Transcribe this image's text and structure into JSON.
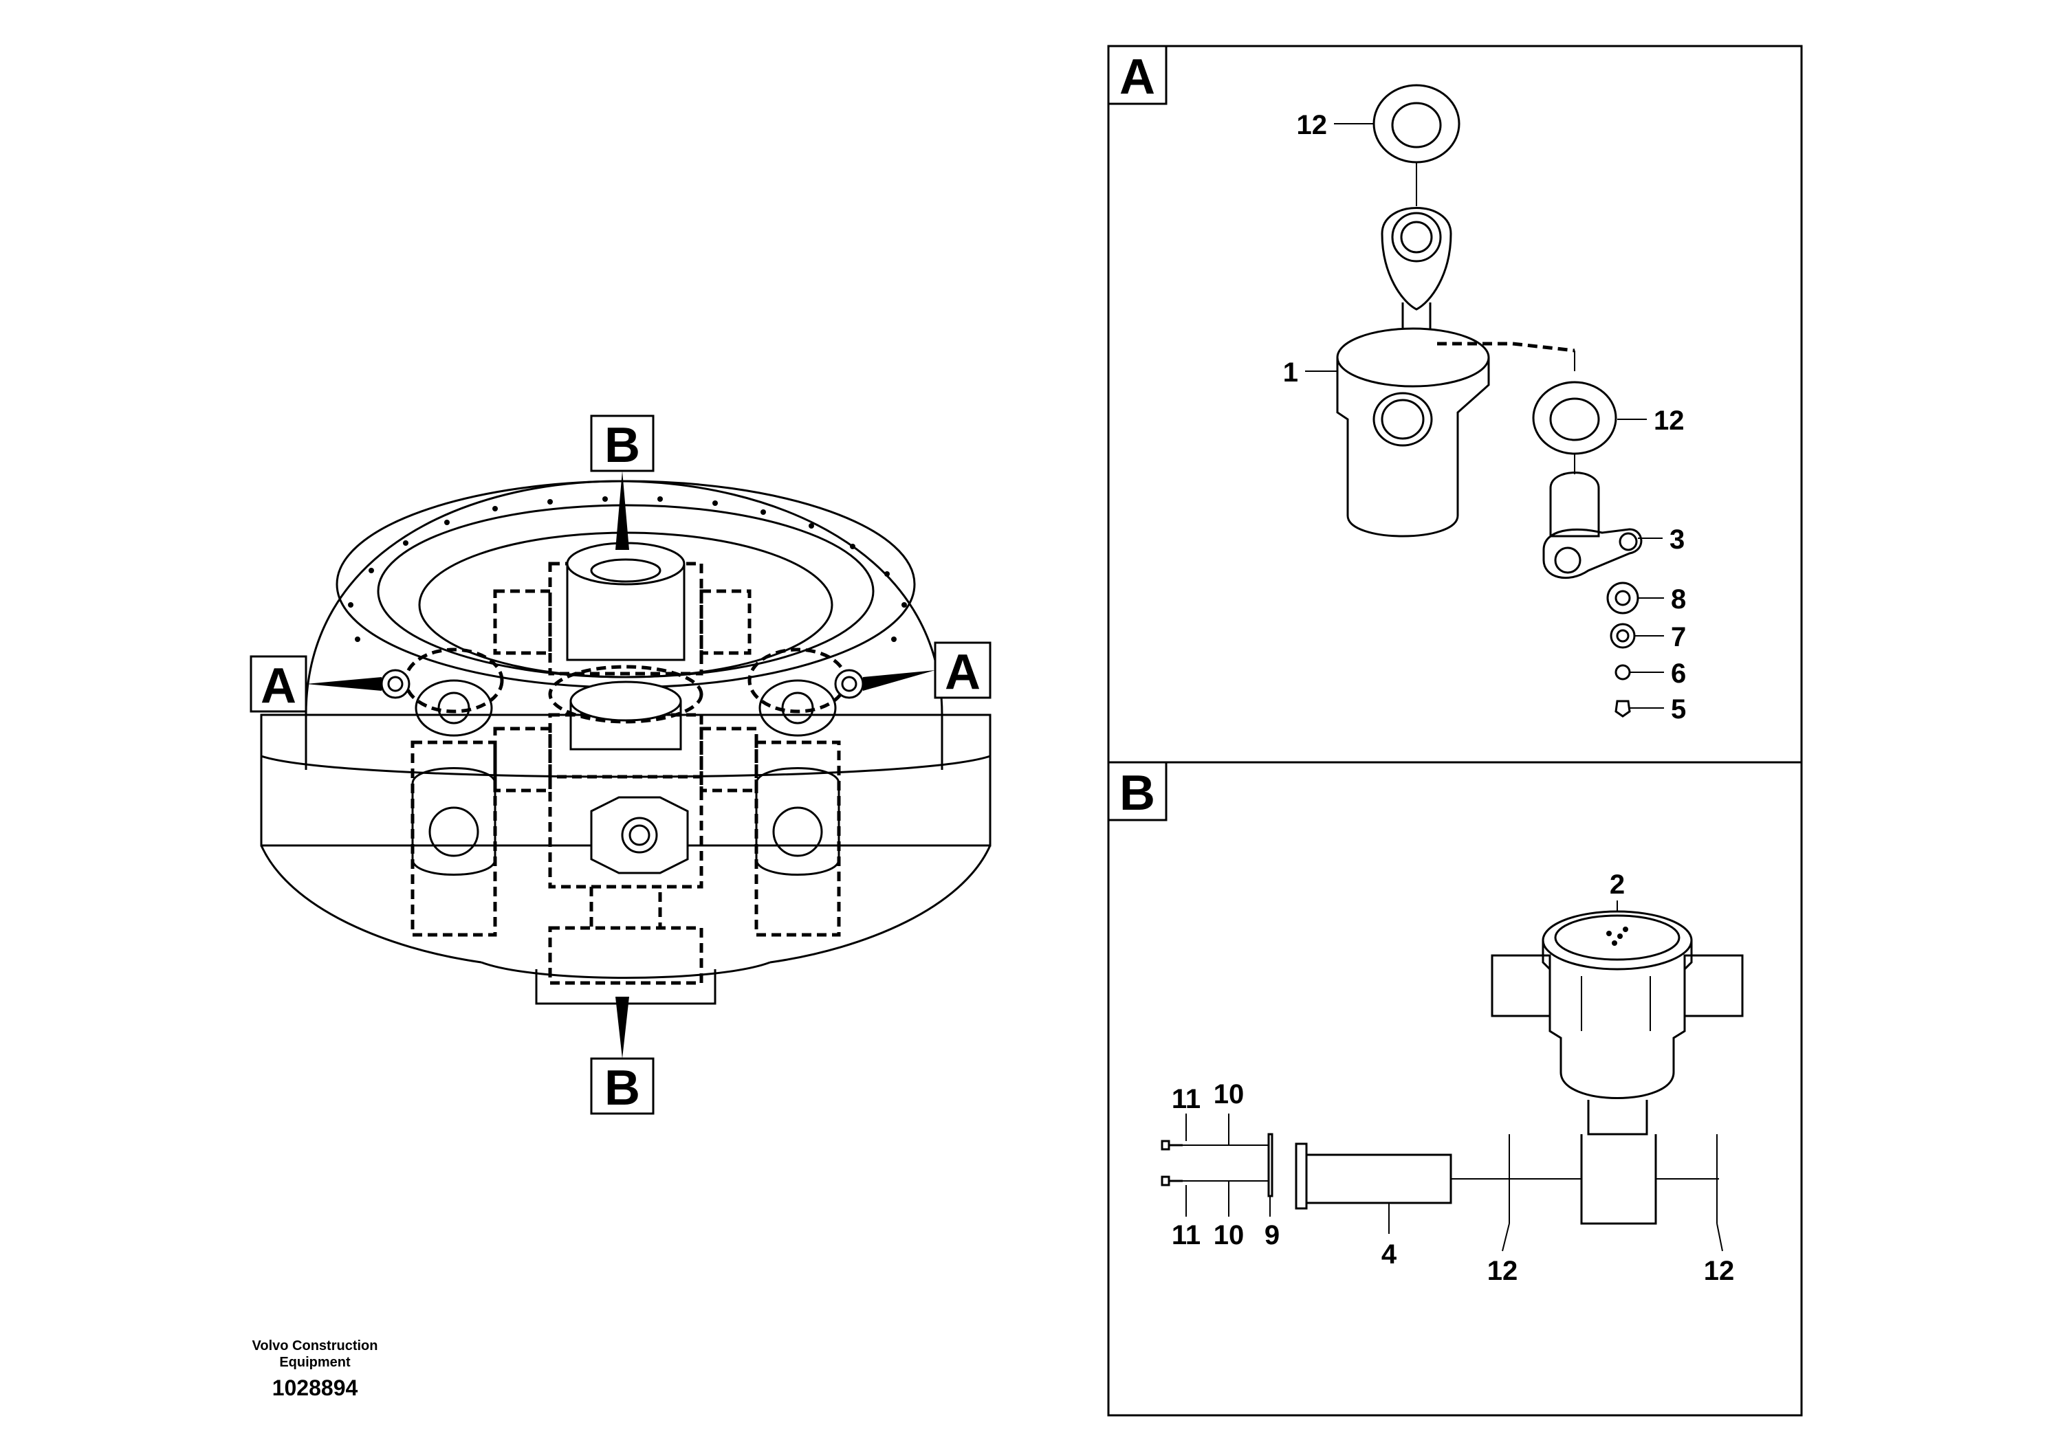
{
  "brand": {
    "line1": "Volvo Construction",
    "line2": "Equipment"
  },
  "document_number": "1028894",
  "overview": {
    "callouts": {
      "a_left": "A",
      "a_right": "A",
      "b_top": "B",
      "b_bottom": "B"
    }
  },
  "panel_a": {
    "label": "A",
    "parts": {
      "p12_top": "12",
      "p1": "1",
      "p12_right": "12",
      "p3": "3",
      "p8": "8",
      "p7": "7",
      "p6": "6",
      "p5": "5"
    }
  },
  "panel_b": {
    "label": "B",
    "parts": {
      "p2": "2",
      "p11_top": "11",
      "p10_top": "10",
      "p11_bottom": "11",
      "p10_bottom": "10",
      "p9": "9",
      "p4": "4",
      "p12_left": "12",
      "p12_right": "12"
    }
  }
}
